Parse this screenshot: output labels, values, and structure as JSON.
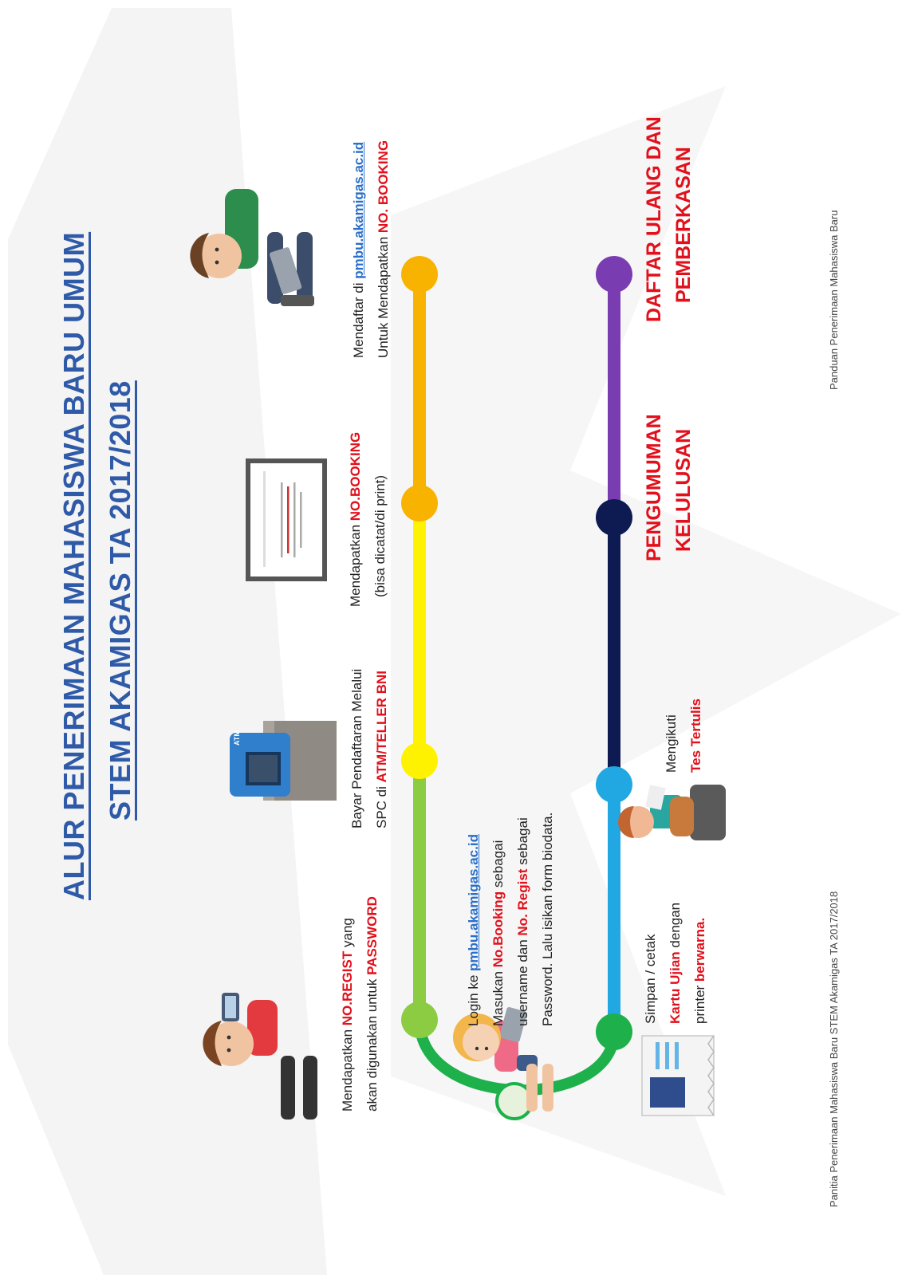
{
  "title": {
    "line1": "ALUR PENERIMAAN MAHASISWA BARU UMUM",
    "line2": "STEM AKAMIGAS TA 2017/2018"
  },
  "steps": {
    "daftar": {
      "a": "Mendaftar di ",
      "link": "pmbu.akamigas.ac.id",
      "b": "Untuk Mendapatkan ",
      "red": "NO. BOOKING"
    },
    "booking": {
      "a": "Mendapatkan ",
      "red": "NO.BOOKING",
      "b": "(bisa dicatat/di print)"
    },
    "bayar": {
      "a": "Bayar Pendaftaran Melalui",
      "b": "SPC di ",
      "red": "ATM/TELLER BNI"
    },
    "regist": {
      "a": "Mendapatkan ",
      "red1": "NO.REGIST",
      "b": " yang",
      "c": "akan digunakan untuk ",
      "red2": "PASSWORD"
    },
    "login": {
      "a": "Login ke ",
      "link": "pmbu.akamigas.ac.id",
      "b": "Masukan ",
      "red1": "No.Booking",
      "c": " sebagai",
      "d": "username dan ",
      "red2": "No. Regist",
      "e": " sebagai",
      "f": "Password. Lalu isikan form biodata."
    },
    "cetak": {
      "a": "Simpan / cetak",
      "red1": "Kartu Ujian",
      "b": " dengan",
      "c": "printer ",
      "red2": "berwarna."
    },
    "tes": {
      "a": "Mengikuti",
      "red": "Tes Tertulis"
    },
    "pengumuman": {
      "a": "PENGUMUMAN",
      "b": "KELULUSAN"
    },
    "daftar_ulang": {
      "a": "DAFTAR ULANG DAN",
      "b": "PEMBERKASAN"
    }
  },
  "footer": {
    "left": "Panitia Penerimaan Mahasiswa Baru STEM Akamigas TA 2017/2018",
    "right": "Panduan Penerimaan Mahasiswa Baru"
  },
  "icons": {
    "atm": "ATM"
  },
  "colors": {
    "title": "#2f5aa8",
    "red": "#e2101b",
    "link": "#2a6fc9",
    "node_orange": "#f8b200",
    "node_yellow": "#fff200",
    "node_lightgreen": "#8ccc43",
    "node_green": "#1db04b",
    "node_cyan": "#21a8e2",
    "node_navy": "#0e1a52",
    "node_purple": "#7a3cb1"
  }
}
